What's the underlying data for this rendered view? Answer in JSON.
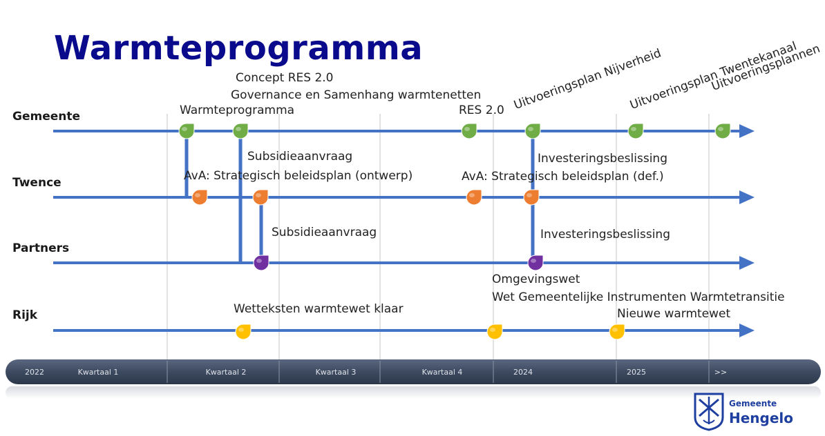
{
  "title": "Warmteprogramma",
  "rows": [
    {
      "label": "Gemeente",
      "color": "#4472c4"
    },
    {
      "label": "Twence",
      "color": "#4472c4"
    },
    {
      "label": "Partners",
      "color": "#4472c4"
    },
    {
      "label": "Rijk",
      "color": "#4472c4"
    }
  ],
  "timeline": {
    "segments": [
      "2022",
      "Kwartaal 1",
      "Kwartaal 2",
      "Kwartaal 3",
      "Kwartaal 4",
      "2024",
      "2025",
      ">>"
    ],
    "bar_color": "#3d4a60"
  },
  "colors": {
    "gemeente": "#70ad47",
    "twence": "#ed7d31",
    "partners": "#7030a0",
    "rijk": "#ffc000",
    "connector": "#4472c4",
    "title": "#0a0a8c"
  },
  "annotations": {
    "concept_res": "Concept RES 2.0",
    "governance": "Governance en Samenhang warmtenetten",
    "warmteprogramma": "Warmteprogramma",
    "res20": "RES 2.0",
    "uitvoering_nijverheid": "Uitvoeringsplan Nijverheid",
    "uitvoering_twentekanaal": "Uitvoeringsplan Twentekanaal",
    "uitvoeringsplannen": "Uitvoeringsplannen",
    "subsidie_twence": "Subsidieaanvraag",
    "ava_ontwerp": "AvA: Strategisch beleidsplan (ontwerp)",
    "investering_twence": "Investeringsbeslissing",
    "ava_def": "AvA: Strategisch beleidsplan (def.)",
    "subsidie_partners": "Subsidieaanvraag",
    "investering_partners": "Investeringsbeslissing",
    "omgevingswet": "Omgevingswet",
    "wet_gemeentelijke": "Wet Gemeentelijke Instrumenten Warmtetransitie",
    "wetteksten": "Wetteksten warmtewet klaar",
    "nieuwe_warmtewet": "Nieuwe warmtewet"
  },
  "logo": {
    "line1": "Gemeente",
    "line2": "Hengelo"
  }
}
